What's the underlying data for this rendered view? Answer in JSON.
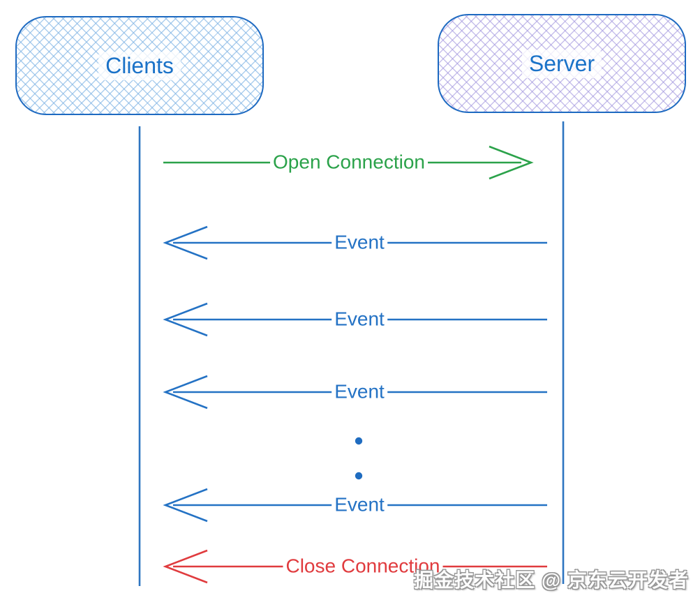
{
  "diagram": {
    "actors": [
      {
        "id": "clients",
        "label": "Clients",
        "hatch": "blue-crosshatch"
      },
      {
        "id": "server",
        "label": "Server",
        "hatch": "purple-crosshatch"
      }
    ],
    "rows": [
      {
        "type": "message",
        "label": "Open Connection",
        "direction": "right",
        "color": "#2ba24a"
      },
      {
        "type": "message",
        "label": "Event",
        "direction": "left",
        "color": "#2472c4"
      },
      {
        "type": "message",
        "label": "Event",
        "direction": "left",
        "color": "#2472c4"
      },
      {
        "type": "message",
        "label": "Event",
        "direction": "left",
        "color": "#2472c4"
      },
      {
        "type": "ellipsis",
        "color": "#1f6cc0"
      },
      {
        "type": "message",
        "label": "Event",
        "direction": "left",
        "color": "#2472c4"
      },
      {
        "type": "message",
        "label": "Close Connection",
        "direction": "left",
        "color": "#e03b3e"
      }
    ],
    "colors": {
      "lifeline": "#2e75c1",
      "actor_border": "#1e6ac1",
      "actor_text": "#1a72c8",
      "open_connection": "#2ba24a",
      "event": "#2472c4",
      "close_connection": "#e03b3e"
    }
  },
  "watermark": {
    "text": "掘金技术社区 @ 京东云开发者"
  }
}
